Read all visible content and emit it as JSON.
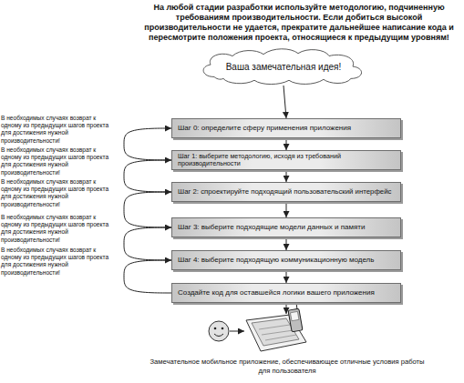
{
  "diagram": {
    "title": "На любой стадии разработки используйте методологию, подчиненную требованиям производительности. Если добиться высокой производительности не удается, прекратите дальнейшее написание кода и пересмотрите положения проекта, относящиеся к предыдущим уровням!",
    "caption": "Замечательное мобильное приложение, обеспечивающее отличные условия работы для пользователя",
    "nodes": [
      {
        "text": [
          "Ваша замечательная идея!"
        ]
      },
      {
        "text": [
          "Шаг 0: определите сферу применения приложения"
        ]
      },
      {
        "text": [
          "Шаг 1: выберите методологию, исходя из требований производительности"
        ]
      },
      {
        "text": [
          "Шаг 2: спроектируйте подходящий пользовательский интерфейс"
        ]
      },
      {
        "text": [
          "Шаг 3: выберите подходящие модели данных и памяти"
        ]
      },
      {
        "text": [
          "Шаг 4: выберите подходящую коммуникационную модель"
        ]
      },
      {
        "text": [
          "Создайте код для оставшейся логики вашего приложения"
        ]
      }
    ],
    "edges": [
      {
        "from": 0,
        "to": 1,
        "arrow": "to"
      },
      {
        "from": 1,
        "to": 2,
        "arrow": "to"
      },
      {
        "from": 2,
        "to": 3,
        "arrow": "to"
      },
      {
        "from": 3,
        "to": 4,
        "arrow": "to"
      },
      {
        "from": 4,
        "to": 5,
        "arrow": "to"
      },
      {
        "from": 5,
        "to": 6,
        "arrow": "to"
      },
      {
        "from": 2,
        "to": 1,
        "arrow": "to",
        "label": "В необходимых случаях возврат к одному из предыдущих шагов проекта для достижения нужной производительности!"
      },
      {
        "from": 3,
        "to": 2,
        "arrow": "to",
        "label": "В необходимых случаях возврат к одному из предыдущих шагов проекта для достижения нужной производительности!"
      },
      {
        "from": 4,
        "to": 3,
        "arrow": "to",
        "label": "В необходимых случаях возврат к одному из предыдущих шагов проекта для достижения нужной производительности!"
      },
      {
        "from": 5,
        "to": 4,
        "arrow": "to",
        "label": "В необходимых случаях возврат к одному из предыдущих шагов проекта для достижения нужной производительности!"
      },
      {
        "from": 6,
        "to": 5,
        "arrow": "to",
        "label": "В необходимых случаях возврат к одному из предыдущих шагов проекта для достижения нужной производительности!"
      }
    ]
  }
}
